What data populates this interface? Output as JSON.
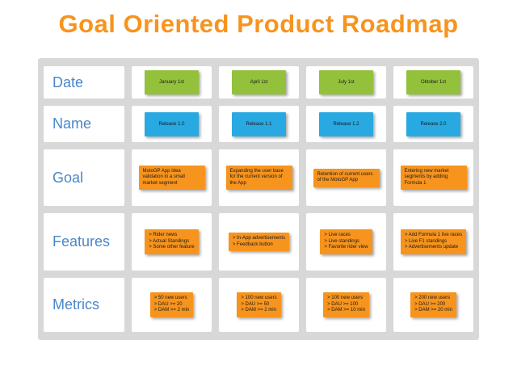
{
  "title": "Goal Oriented Product Roadmap",
  "colors": {
    "title_orange": "#F7941E",
    "label_blue": "#4A86C8",
    "date_box_green": "#94C13C",
    "name_box_blue": "#29A9E1",
    "content_box_orange": "#F7941E",
    "board_gray": "#D8D8D8"
  },
  "rows": [
    {
      "label": "Date",
      "cells": [
        "January 1st",
        "April 1st",
        "July 1st",
        "Oktober 1st"
      ]
    },
    {
      "label": "Name",
      "cells": [
        "Release 1.0",
        "Release 1.1",
        "Release 1.2",
        "Release 2.0"
      ]
    },
    {
      "label": "Goal",
      "cells": [
        "MotoGP App Idea validation in a small market segment",
        "Expanding the user base for the current version of the App",
        "Retention of current users of the MotoGP App",
        "Entering new market segments by adding Formula 1"
      ]
    },
    {
      "label": "Features",
      "cells": [
        [
          "> Rider news",
          "> Actual Standings",
          "> Some other feature"
        ],
        [
          "> In-App advertisements",
          "> Feedback button"
        ],
        [
          "> Live races",
          "> Live standings",
          "> Favorite rider view"
        ],
        [
          "> Add Formula 1 live races",
          "> Live F1 standings",
          "> Advertisements update"
        ]
      ]
    },
    {
      "label": "Metrics",
      "cells": [
        [
          "> 50 new users",
          "> DAU >= 20",
          "> DAM >= 2 min"
        ],
        [
          "> 100 new users",
          "> DAU >= 50",
          "> DAM >= 2 min"
        ],
        [
          "> 100 new users",
          "> DAU >= 100",
          "> DAM >= 10 min"
        ],
        [
          "> 200 new users",
          "> DAU >= 200",
          "> DAM >= 20 min"
        ]
      ]
    }
  ]
}
